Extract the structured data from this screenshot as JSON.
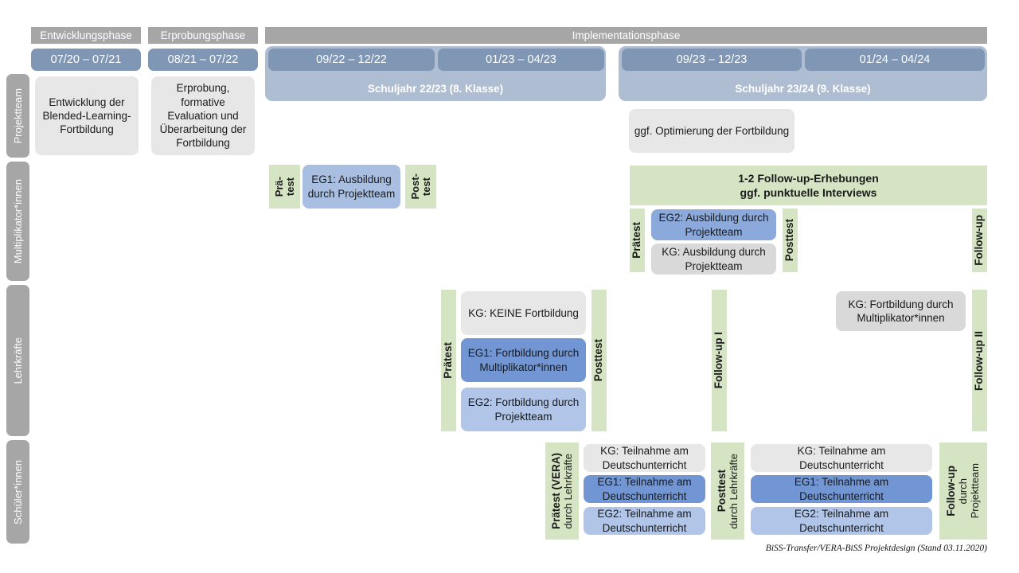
{
  "title": "BiSS-Transfer/VERA-BiSS Projektdesign",
  "phases": [
    {
      "name": "entwicklungsphase",
      "caption": "Entwicklungsphase",
      "date": "07/20 – 07/21"
    },
    {
      "name": "erprobungsphase",
      "caption": "Erprobungsphase",
      "date": "08/21 – 07/22"
    },
    {
      "name": "implementationsphase",
      "caption": "Implementationsphase"
    }
  ],
  "implementation": {
    "caption": "Implementationsphase",
    "school_years": [
      {
        "label": "Schuljahr 22/23 (8. Klasse)",
        "periods": [
          "09/22 – 12/22",
          "01/23 – 04/23"
        ]
      },
      {
        "label": "Schuljahr 23/24 (9. Klasse)",
        "periods": [
          "09/23 – 12/23",
          "01/24 – 04/24"
        ]
      }
    ]
  },
  "rows": [
    {
      "name": "projektteam",
      "label": "Projektteam"
    },
    {
      "name": "multiplikatorinnen",
      "label": "Multiplikator*innen"
    },
    {
      "name": "lehrkraefte",
      "label": "Lehrkräfte"
    },
    {
      "name": "schuelerinnen",
      "label": "Schüler*innen"
    }
  ],
  "projektteam": {
    "entwicklung": "Entwicklung der Blended-Learning-Fortbildung",
    "erprobung": "Erprobung, formative Evaluation und Überarbeitung der Fortbildung",
    "optimierung": "ggf. Optimierung der Fortbildung"
  },
  "multiplikatoren": {
    "praetest_1": "Prä-",
    "praetest_2": "test",
    "eg1": "EG1: Ausbildung durch Projektteam",
    "posttest_1": "Post-",
    "posttest_2": "test",
    "followup_band_line1": "1-2 Follow-up-Erhebungen",
    "followup_band_line2": "ggf. punktuelle Interviews",
    "praetest": "Prätest",
    "eg2": "EG2: Ausbildung durch Projektteam",
    "kg": "KG: Ausbildung durch Projektteam",
    "posttest": "Posttest",
    "followup": "Follow-up"
  },
  "lehrkraefte": {
    "praetest": "Prätest",
    "kg": "KG:  KEINE Fortbildung",
    "eg1": "EG1: Fortbildung durch Multiplikator*innen",
    "eg2": "EG2: Fortbildung durch Projektteam",
    "posttest": "Posttest",
    "followup_1": "Follow-up I",
    "kg_followup": "KG: Fortbildung durch Multiplikator*innen",
    "followup_2": "Follow-up II"
  },
  "schuelerinnen": {
    "praetest_bold": "Prätest (VERA)",
    "praetest_sub": "durch Lehrkräfte",
    "kg_1": "KG: Teilnahme am Deutschunterricht",
    "eg1_1": "EG1: Teilnahme am Deutschunterricht",
    "eg2_1": "EG2: Teilnahme am Deutschunterricht",
    "posttest_bold": "Posttest",
    "posttest_sub": "durch Lehrkräfte",
    "kg_2": "KG: Teilnahme am Deutschunterricht",
    "eg1_2": "EG1: Teilnahme am Deutschunterricht",
    "eg2_2": "EG2: Teilnahme am Deutschunterricht",
    "followup_bold": "Follow-up",
    "followup_sub1": "durch",
    "followup_sub2": "Projektteam"
  },
  "footer": "BiSS-Transfer/VERA-BiSS Projektdesign (Stand 03.11.2020)",
  "colors": {
    "grey_header": "#a6a6a6",
    "date_pill": "#7f96b4",
    "year_band": "#aebdd2",
    "box_grey": "#e7e7e7",
    "box_grey_dark": "#d9d9d9",
    "blue_mid": "#8ba9db",
    "blue_light": "#b0c5e8",
    "blue_dark": "#7196d3",
    "green": "#d5e5c3"
  }
}
